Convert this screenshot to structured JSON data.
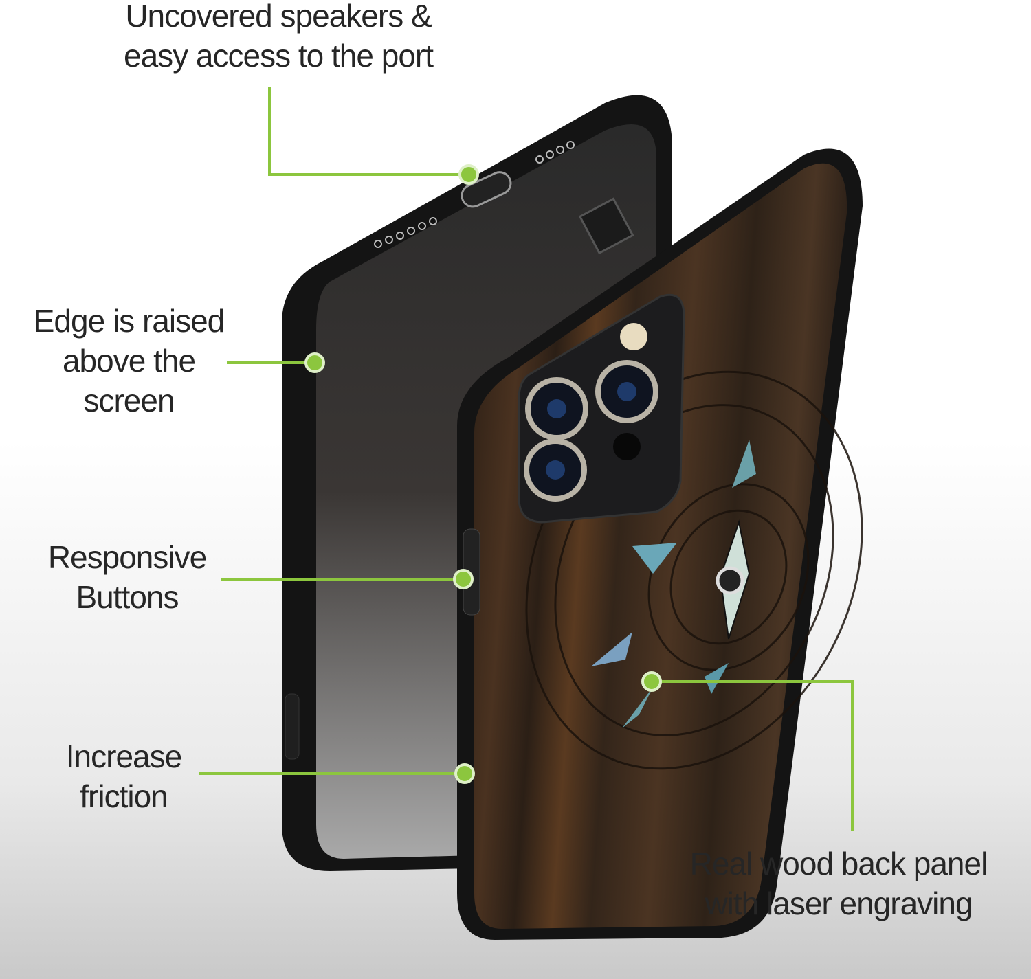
{
  "callouts": {
    "speakers": "Uncovered speakers & easy access to the port",
    "edge": "Edge is raised above the screen",
    "buttons": "Responsive Buttons",
    "friction": "Increase friction",
    "wood": "Real wood back panel with laser engraving"
  },
  "colors": {
    "accent": "#8cc63e",
    "case": "#151515",
    "wood": "#3a2a1c",
    "background": "#e8e8e8"
  }
}
